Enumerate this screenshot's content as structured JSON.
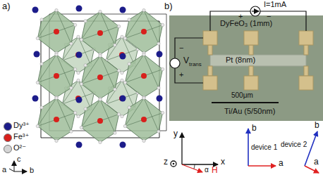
{
  "diagram": {
    "labels": [
      "a)",
      "c",
      "a",
      "b",
      "b)",
      "I=1mA",
      "+",
      "−",
      "V",
      "trans",
      "−",
      "+",
      "DyFeO₃ (1mm)",
      "Pt (8nm)",
      "500μm",
      "Ti/Au (5/50nm)",
      "y",
      "x",
      "z",
      "α",
      "H",
      "b",
      "device 1",
      "a",
      "b",
      "device 2",
      "a"
    ],
    "legend": [
      {
        "text": "Dy³⁺",
        "color": "#1c1c8a"
      },
      {
        "text": "Fe³⁺",
        "color": "#d8201c"
      },
      {
        "text": "O²⁻",
        "color": "#d4d4d4"
      }
    ]
  }
}
